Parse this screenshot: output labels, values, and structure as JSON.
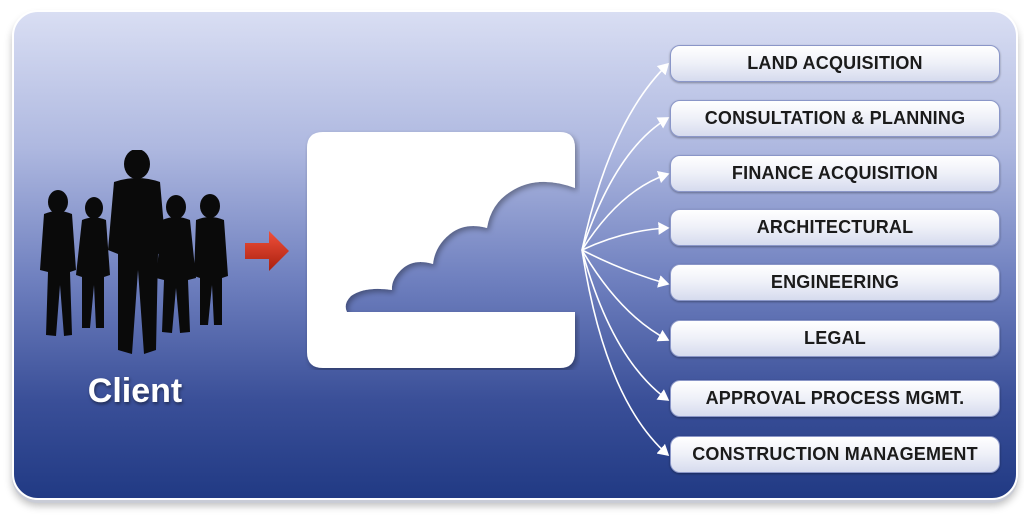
{
  "client": {
    "label": "Client"
  },
  "services": [
    {
      "label": "LAND ACQUISITION"
    },
    {
      "label": "CONSULTATION & PLANNING"
    },
    {
      "label": "FINANCE ACQUISITION"
    },
    {
      "label": "ARCHITECTURAL"
    },
    {
      "label": "ENGINEERING"
    },
    {
      "label": "LEGAL"
    },
    {
      "label": "APPROVAL PROCESS MGMT."
    },
    {
      "label": "CONSTRUCTION MANAGEMENT"
    }
  ],
  "colors": {
    "panel_top": "#d9def3",
    "panel_bottom": "#213a84",
    "arrow": "#d23a22",
    "silhouette": "#0a0a0a"
  }
}
